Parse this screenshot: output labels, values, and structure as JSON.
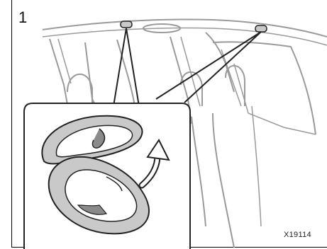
{
  "figure": {
    "step_number": "1",
    "figure_code": "X19114",
    "colors": {
      "line": "#9a9a9a",
      "dark_line": "#222222",
      "handle_fill": "#c9c9c9",
      "handle_shadow": "#8a8a8a"
    },
    "icons": [
      "assist-grip-handle",
      "rotate-arrow-icon"
    ]
  }
}
